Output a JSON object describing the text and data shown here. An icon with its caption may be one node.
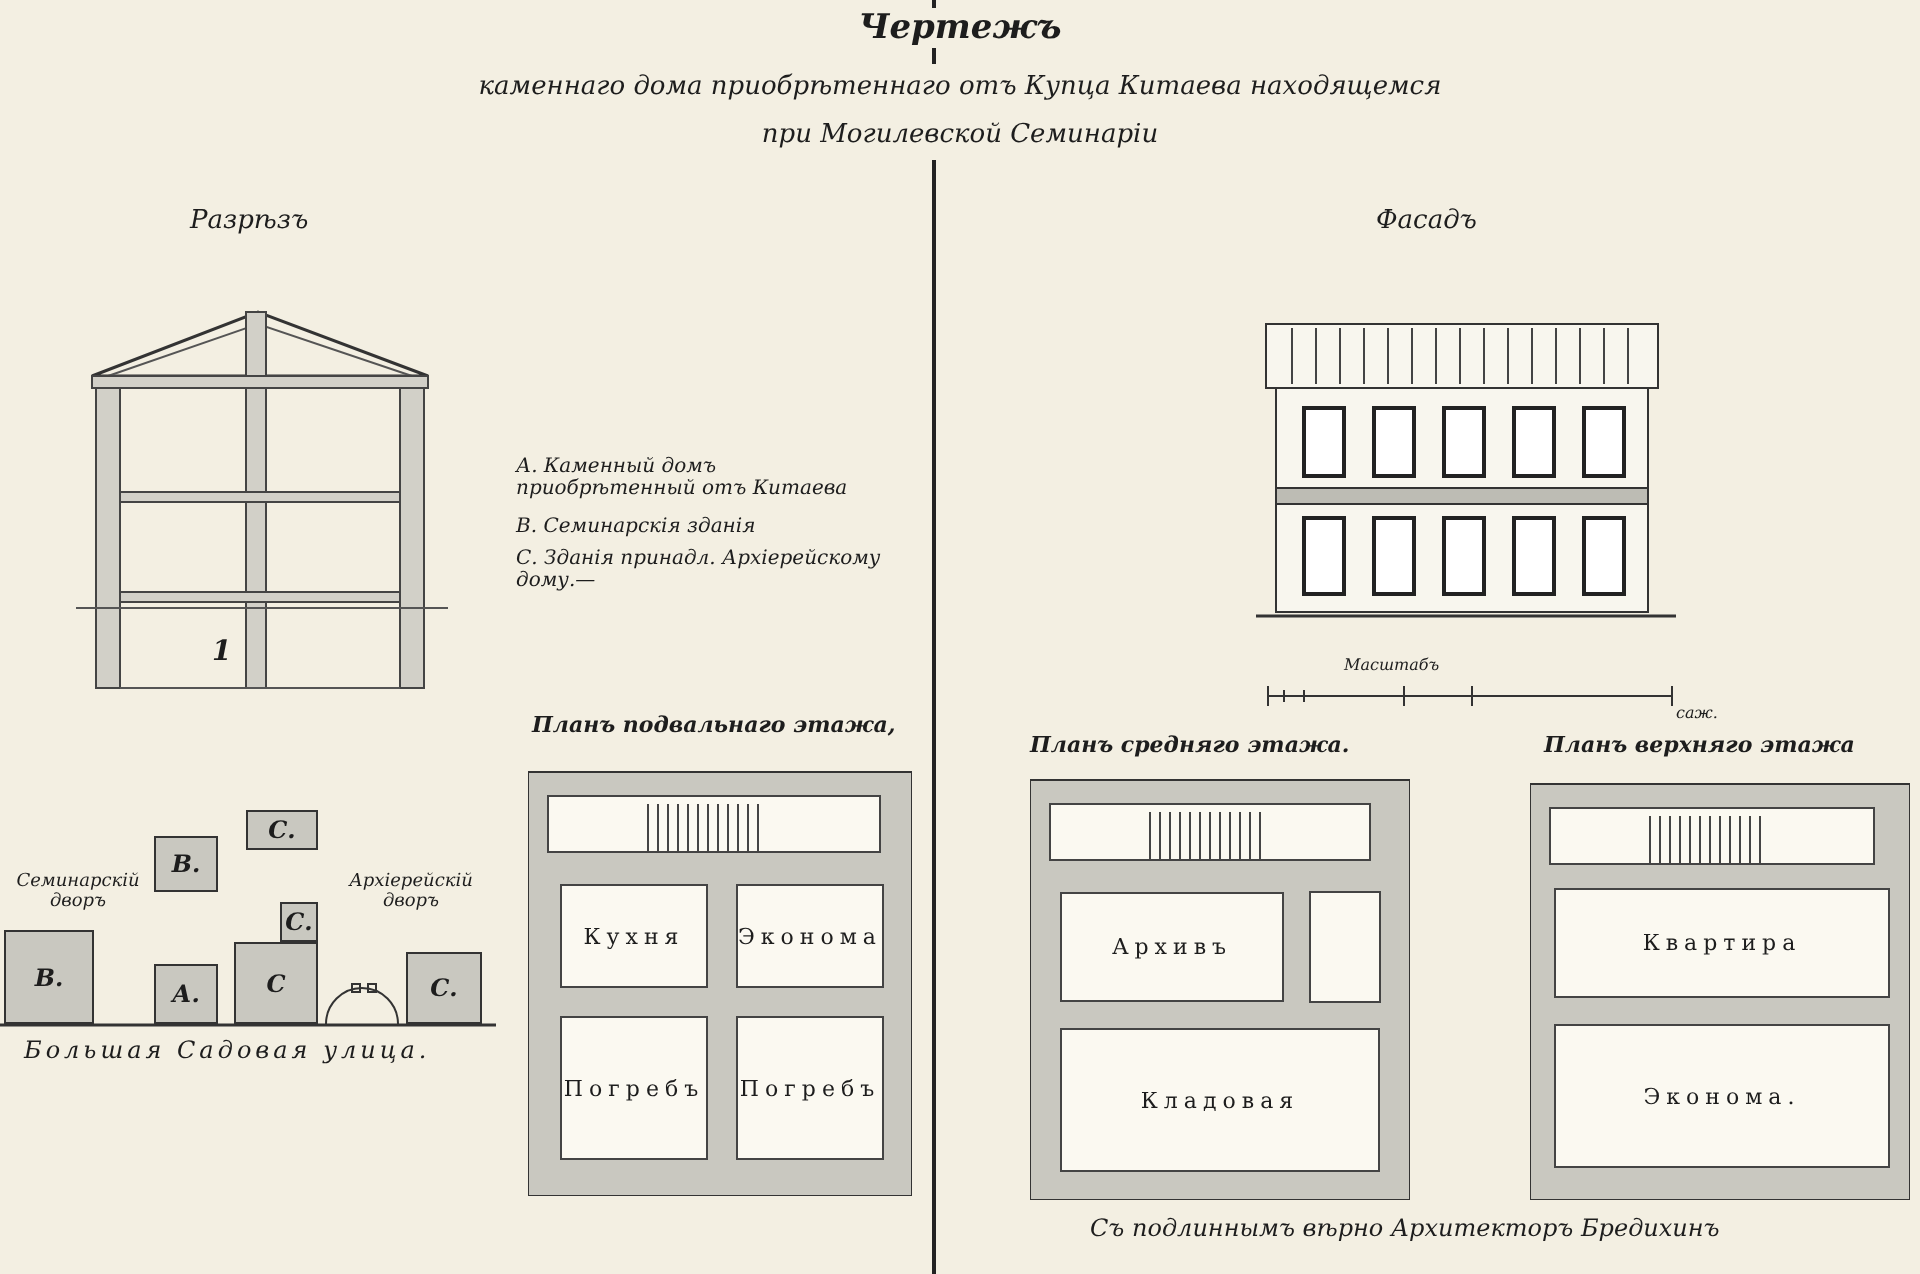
{
  "diagram": {
    "title": "Чертежъ",
    "nodes": [
      {
        "text": [
          "В."
        ]
      },
      {
        "text": [
          "В."
        ]
      },
      {
        "text": [
          "А."
        ]
      },
      {
        "text": [
          "С."
        ]
      },
      {
        "text": [
          "С."
        ]
      },
      {
        "text": [
          "С"
        ]
      },
      {
        "text": [
          "С."
        ]
      },
      {
        "text": [
          "Планъ подвальнаго этажа,"
        ]
      },
      {
        "text": [
          "Кухня"
        ],
        "in": 7
      },
      {
        "text": [
          "Эконома"
        ],
        "in": 7
      },
      {
        "text": [
          "Погребъ"
        ],
        "in": 7
      },
      {
        "text": [
          "Погребъ"
        ],
        "in": 7
      },
      {
        "text": [
          "Планъ средняго этажа."
        ]
      },
      {
        "text": [
          "Архивъ"
        ],
        "in": 12
      },
      {
        "text": [
          "Кладовая"
        ],
        "in": 12
      },
      {
        "text": [
          "Планъ верхняго этажа"
        ]
      },
      {
        "text": [
          "Квартира"
        ],
        "in": 15
      },
      {
        "text": [
          "Эконома."
        ],
        "in": 15
      }
    ],
    "labels": [
      "каменнаго дома приобрѣтеннаго отъ Купца Китаева находящемся при Могилевской Семинаріи",
      "Разрѣзъ",
      "Фасадъ",
      "1",
      "А. Каменный домъ приобрѣтенный отъ Китаева",
      "В. Семинарскія зданія",
      "С. Зданія принадл. Архіерейскому дому.—",
      "Семинарскій дворъ",
      "Архіерейскій дворъ",
      "Большая Садовая улица.",
      "Масштабъ",
      "саж.",
      "Съ подлиннымъ вѣрно Архитекторъ Бредихинъ"
    ]
  }
}
